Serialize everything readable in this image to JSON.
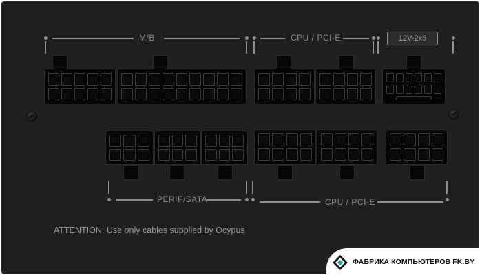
{
  "labels": {
    "mb": "M/B",
    "cpu_pcie_top": "CPU / PCI-E",
    "badge_12v": "12V-2x6",
    "perif_sata": "PERIF/SATA",
    "cpu_pcie_bottom": "CPU / PCI-E"
  },
  "warning": "ATTENTION: Use only cables supplied by Ocypus",
  "watermark": {
    "logo_icon": "diamond-logo-icon",
    "text": "ФАБРИКА КОМПЬЮТЕРОВ FK.BY"
  },
  "colors": {
    "panel": "#1e1f1f",
    "silkscreen": "#8e9090",
    "connector": "#050505",
    "logo_teal": "#1aa7a0"
  }
}
